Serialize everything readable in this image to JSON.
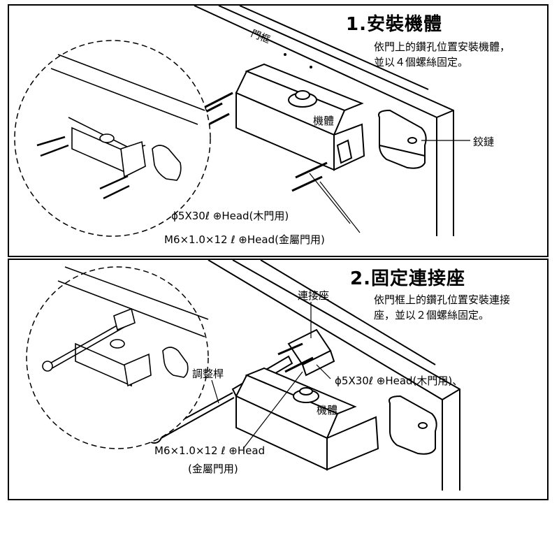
{
  "step1": {
    "title": "1.安裝機體",
    "desc_line1": "依門上的鑽孔位置安裝機體，",
    "desc_line2": "並以４個螺絲固定。",
    "label_frame": "門框",
    "label_body": "機體",
    "label_hinge": "鉸鏈",
    "screw_wood": "ϕ5X30ℓ ⊕Head(木門用)",
    "screw_metal": "M6×1.0×12 ℓ ⊕Head(金屬門用)"
  },
  "step2": {
    "title": "2.固定連接座",
    "desc_line1": "依門框上的鑽孔位置安裝連接",
    "desc_line2": "座，並以２個螺絲固定。",
    "label_bracket": "連接座",
    "label_arm": "調整桿",
    "label_body": "機體",
    "screw_wood": "ϕ5X30ℓ ⊕Head(木門用)、",
    "screw_metal_line1": "M6×1.0×12 ℓ ⊕Head",
    "screw_metal_line2": "(金屬門用)"
  }
}
